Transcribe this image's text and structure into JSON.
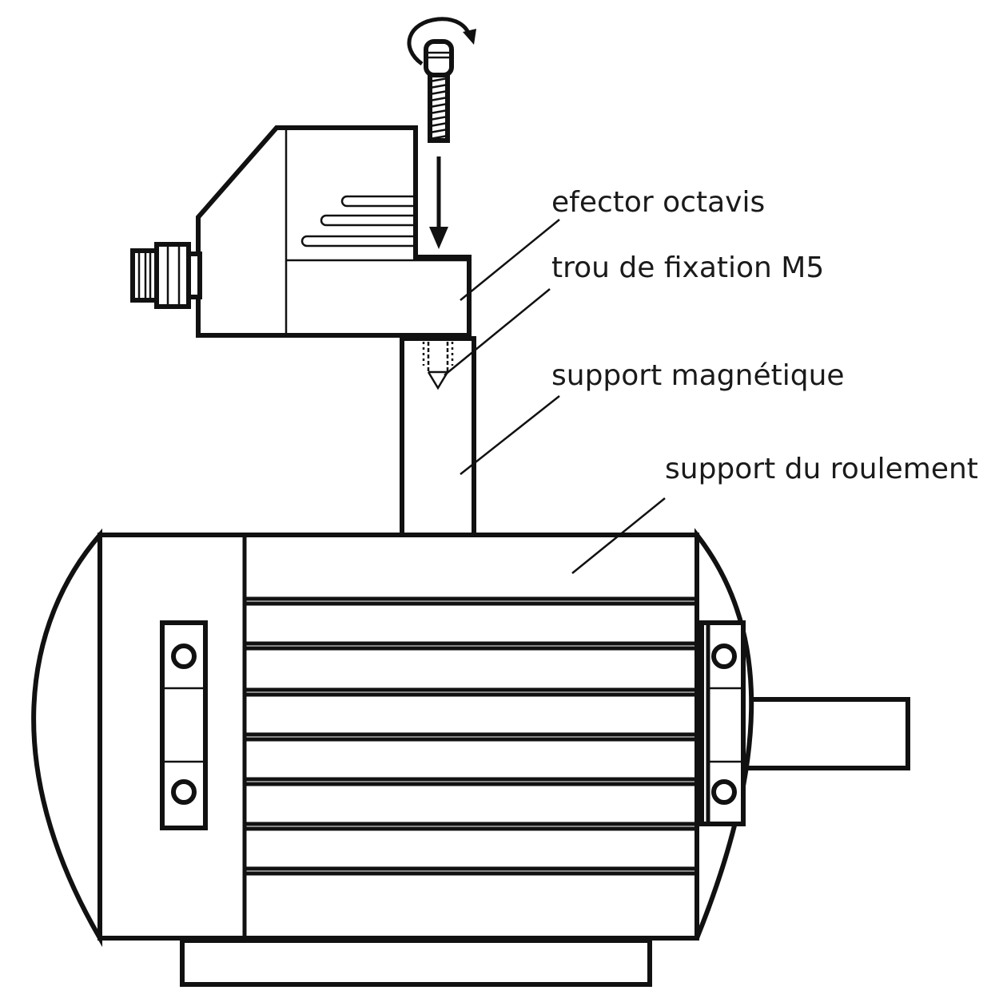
{
  "labels": {
    "sensor": "efector octavis",
    "mounting_hole": "trou de fixation M5",
    "magnetic_support": "support magnétique",
    "bearing_support": "support du roulement"
  },
  "colors": {
    "line": "#111111",
    "background": "#ffffff"
  },
  "icons": {
    "rotation": "clockwise-rotation-arrow-icon",
    "insert": "down-arrow-icon"
  }
}
